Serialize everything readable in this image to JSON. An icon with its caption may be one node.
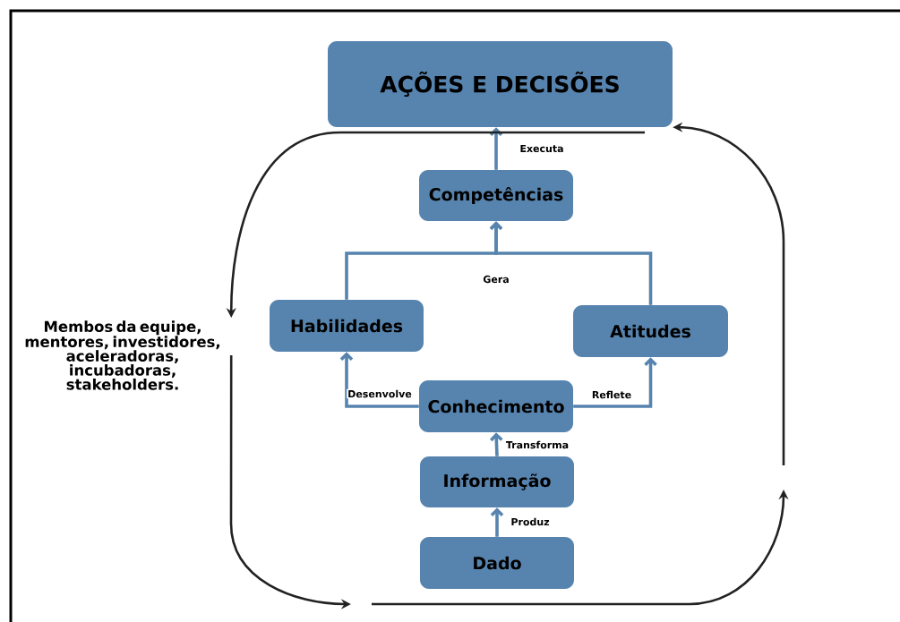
{
  "diagram": {
    "nodes": [
      {
        "text": [
          "AÇÕES E DECISÕES"
        ]
      },
      {
        "text": [
          "Competências"
        ]
      },
      {
        "text": [
          "Habilidades"
        ]
      },
      {
        "text": [
          "Atitudes"
        ]
      },
      {
        "text": [
          "Conhecimento"
        ]
      },
      {
        "text": [
          "Informação"
        ]
      },
      {
        "text": [
          "Dado"
        ]
      },
      {
        "text": [
          "Membos da equipe, mentores, investidores, aceleradoras, incubadoras, stakeholders."
        ]
      }
    ],
    "edges": [
      {
        "from": 1,
        "to": 0,
        "arrow": "to",
        "label": "Executa"
      },
      {
        "from": 2,
        "to": 1,
        "arrow": "to",
        "label": "Gera"
      },
      {
        "from": 3,
        "to": 1,
        "arrow": "to"
      },
      {
        "from": 4,
        "to": 2,
        "arrow": "to",
        "label": "Desenvolve"
      },
      {
        "from": 4,
        "to": 3,
        "arrow": "to",
        "label": "Reflete"
      },
      {
        "from": 5,
        "to": 4,
        "arrow": "to",
        "label": "Transforma"
      },
      {
        "from": 6,
        "to": 5,
        "arrow": "to",
        "label": "Produz"
      },
      {
        "from": 0,
        "to": 7,
        "arrow": "to",
        "color": "#222222"
      },
      {
        "from": 7,
        "to": null,
        "arrow": "to",
        "color": "#222222"
      },
      {
        "from": null,
        "to": 0,
        "arrow": "to",
        "color": "#222222"
      }
    ]
  }
}
